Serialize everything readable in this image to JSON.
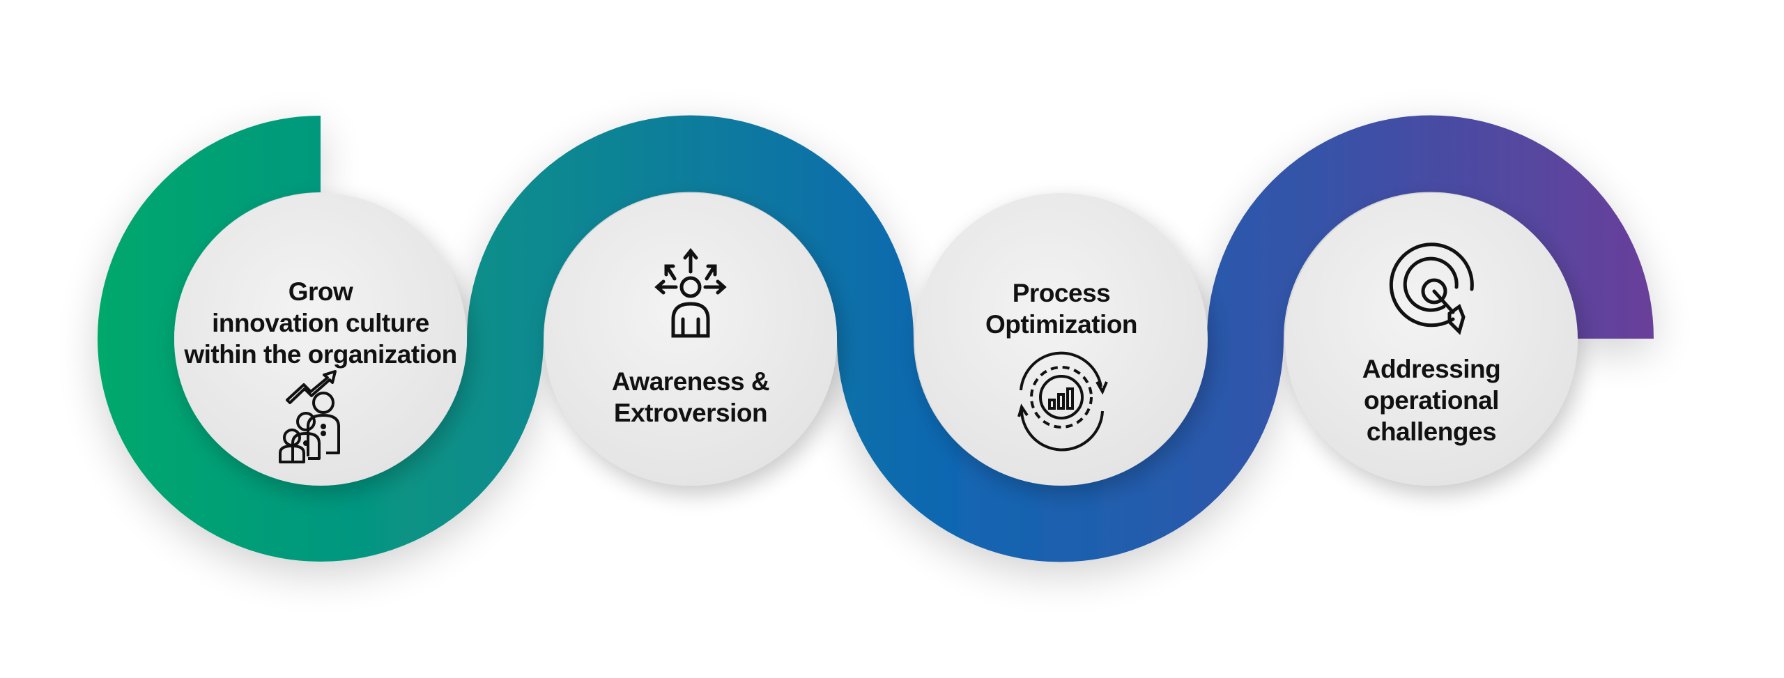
{
  "colors": {
    "start": "#00a86b",
    "mid1": "#0a8a8f",
    "mid2": "#1166b2",
    "mid3": "#3553a8",
    "end": "#6a3f9a",
    "circle": "#ececec",
    "text": "#111111"
  },
  "steps": [
    {
      "lines": [
        "Grow",
        "innovation culture",
        "within the organization"
      ],
      "icon": "team-growth-icon"
    },
    {
      "lines": [
        "Awareness &",
        "Extroversion"
      ],
      "icon": "person-arrows-icon"
    },
    {
      "lines": [
        "Process",
        "Optimization"
      ],
      "icon": "gear-cycle-chart-icon"
    },
    {
      "lines": [
        "Addressing",
        "operational",
        "challenges"
      ],
      "icon": "target-arrow-icon"
    }
  ]
}
